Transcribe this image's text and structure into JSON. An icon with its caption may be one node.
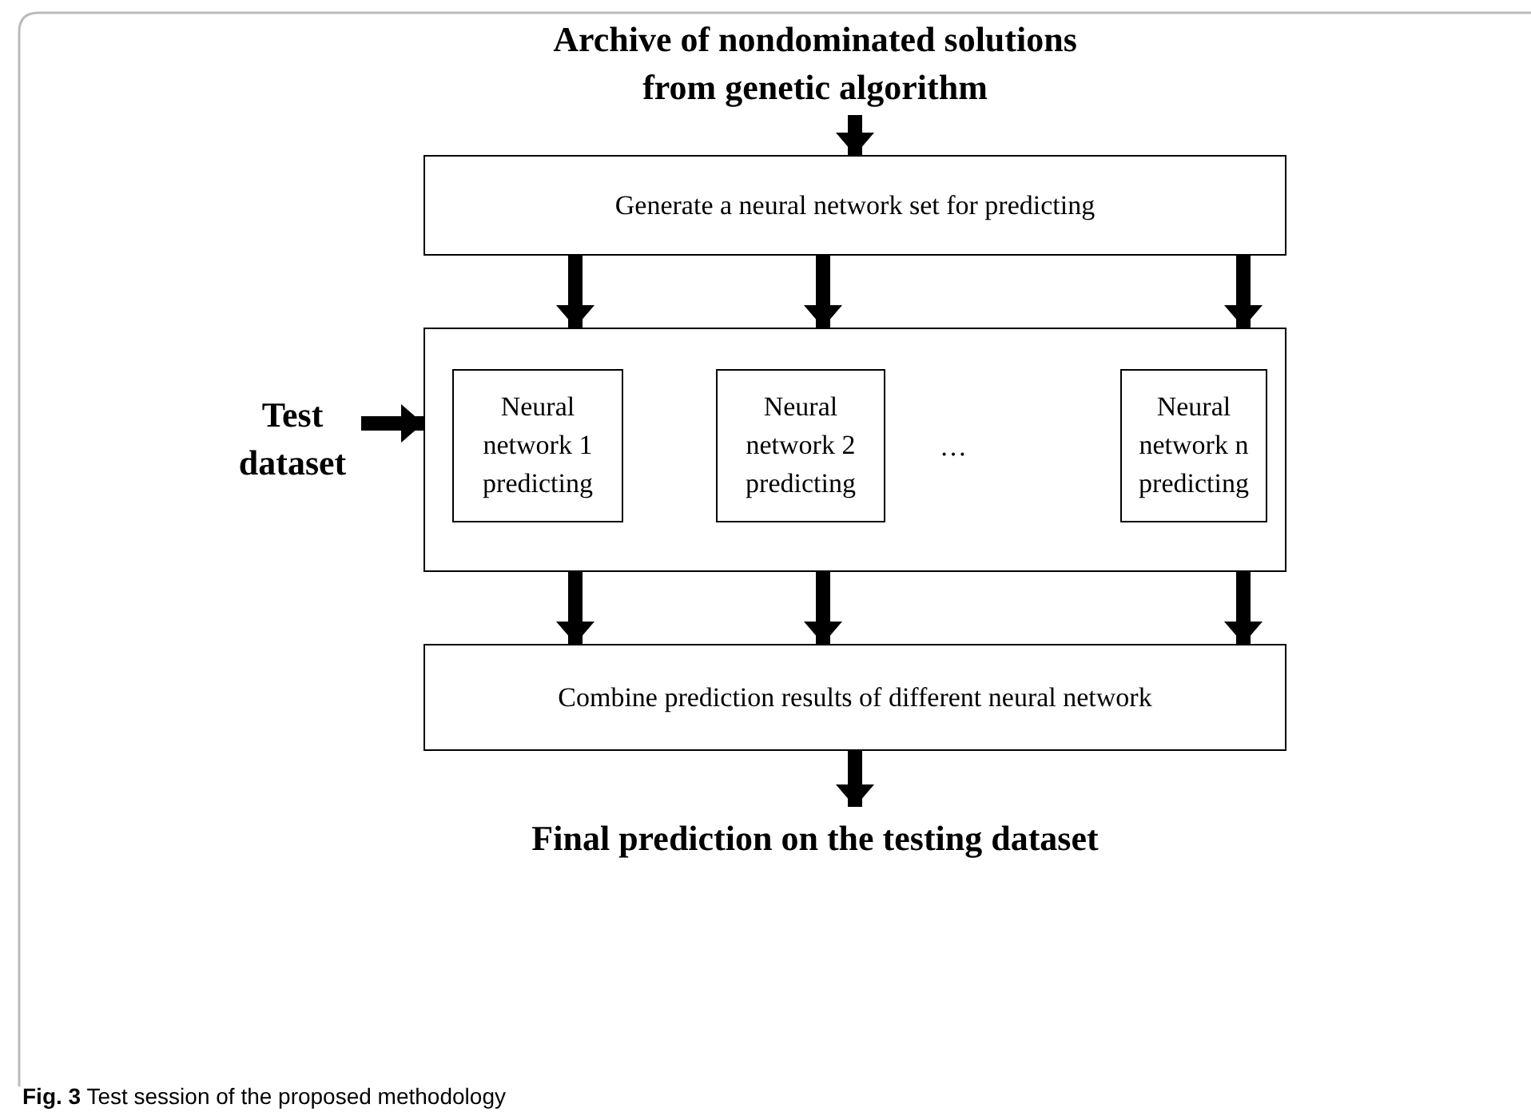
{
  "diagram": {
    "caption": "**Fig. 3** Test session of the proposed methodology",
    "nodes": [
      {
        "text": [
          "Archive of nondominated solutions from genetic algorithm"
        ]
      },
      {
        "text": [
          "Generate a neural network set for predicting"
        ]
      },
      {
        "text": [],
        "shape": "box"
      },
      {
        "text": [
          "Neural network 1 predicting"
        ],
        "in": 2
      },
      {
        "text": [
          "Neural network 2 predicting"
        ],
        "in": 2
      },
      {
        "text": [
          "Neural network n predicting"
        ],
        "in": 2
      },
      {
        "text": [
          "Test dataset"
        ]
      },
      {
        "text": [
          "Combine prediction results of different neural network"
        ]
      },
      {
        "text": [
          "Final prediction on the testing dataset"
        ]
      }
    ],
    "edges": [
      {
        "from": 0,
        "to": 1,
        "arrow": "to"
      },
      {
        "from": 1,
        "to": 2,
        "arrow": "to"
      },
      {
        "from": 1,
        "to": 2,
        "arrow": "to"
      },
      {
        "from": 1,
        "to": 2,
        "arrow": "to"
      },
      {
        "from": 6,
        "to": 2,
        "arrow": "to"
      },
      {
        "from": 2,
        "to": 7,
        "arrow": "to"
      },
      {
        "from": 2,
        "to": 7,
        "arrow": "to"
      },
      {
        "from": 2,
        "to": 7,
        "arrow": "to"
      },
      {
        "from": 7,
        "to": 8,
        "arrow": "to"
      }
    ],
    "labels": [
      "…"
    ]
  }
}
